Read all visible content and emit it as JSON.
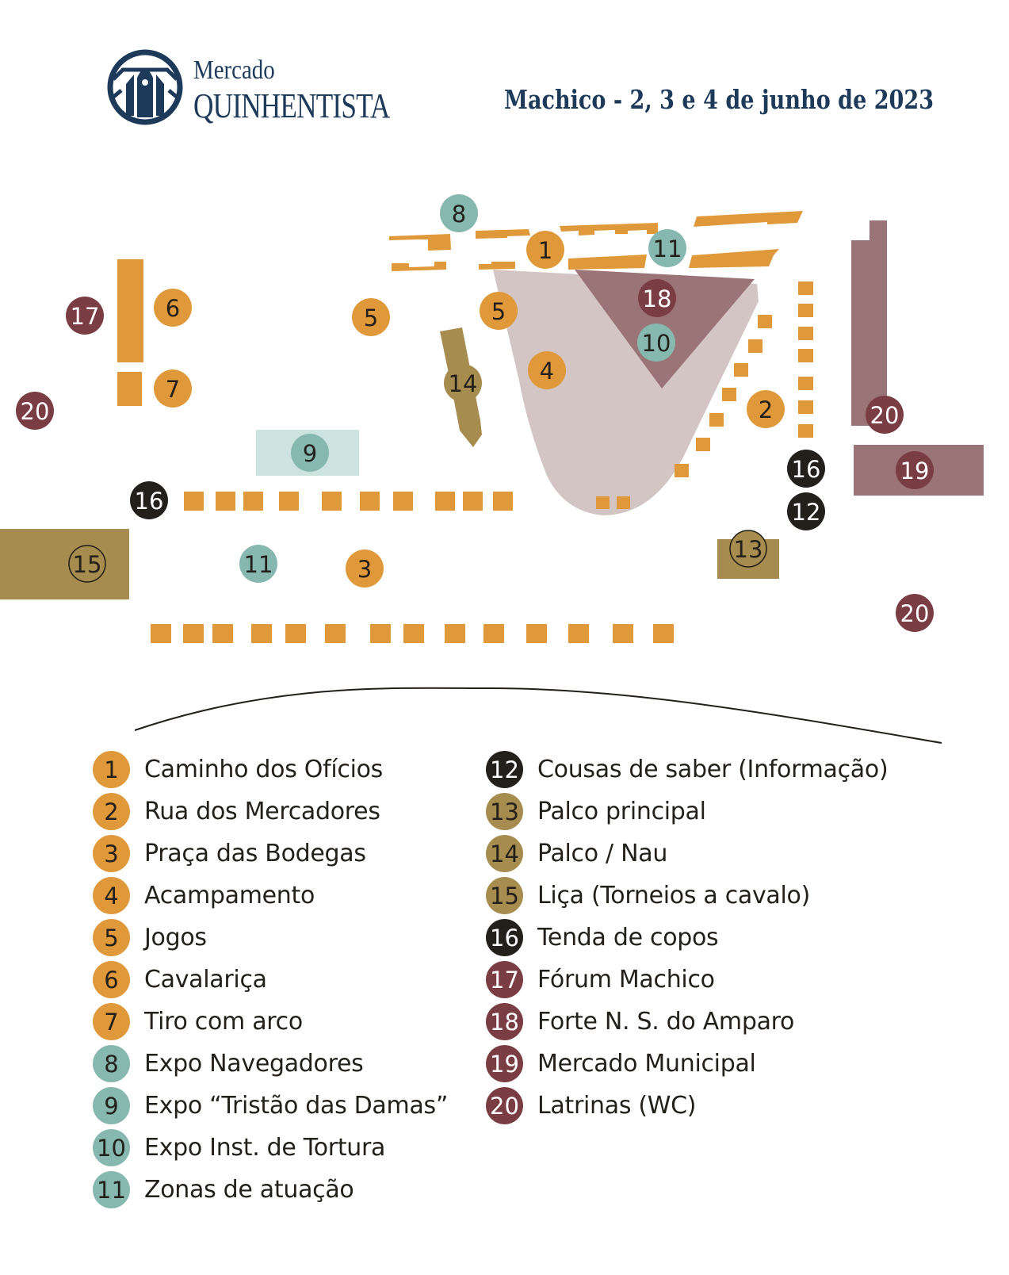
{
  "header": {
    "logo_line1": "Mercado",
    "logo_line2": "QUINHENTISTA",
    "event": "Machico - 2, 3 e 4 de junho de 2023"
  },
  "colors": {
    "orange": "#E0993A",
    "teal": "#87B8B0",
    "dark": "#231F1A",
    "olive": "#A68C4E",
    "maroon": "#7A3D43",
    "rose": "#9A7476",
    "mauve": "#D4C5C5",
    "light_teal": "#CDE3DF",
    "navy": "#1D3A5A"
  },
  "map": {
    "markers": [
      {
        "label": "8",
        "cat": "teal"
      },
      {
        "label": "1",
        "cat": "orange"
      },
      {
        "label": "11",
        "cat": "teal"
      },
      {
        "label": "18",
        "cat": "maroon"
      },
      {
        "label": "10",
        "cat": "teal"
      },
      {
        "label": "17",
        "cat": "maroon"
      },
      {
        "label": "6",
        "cat": "orange"
      },
      {
        "label": "5",
        "cat": "orange"
      },
      {
        "label": "5",
        "cat": "orange"
      },
      {
        "label": "4",
        "cat": "orange"
      },
      {
        "label": "14",
        "cat": "olive"
      },
      {
        "label": "7",
        "cat": "orange"
      },
      {
        "label": "20",
        "cat": "maroon"
      },
      {
        "label": "2",
        "cat": "orange"
      },
      {
        "label": "20",
        "cat": "maroon"
      },
      {
        "label": "9",
        "cat": "teal"
      },
      {
        "label": "16",
        "cat": "dark"
      },
      {
        "label": "16",
        "cat": "dark"
      },
      {
        "label": "12",
        "cat": "dark"
      },
      {
        "label": "13",
        "cat": "olive"
      },
      {
        "label": "15",
        "cat": "olive"
      },
      {
        "label": "11",
        "cat": "teal"
      },
      {
        "label": "3",
        "cat": "orange"
      },
      {
        "label": "20",
        "cat": "maroon"
      },
      {
        "label": "19",
        "cat": "maroon"
      }
    ]
  },
  "legend": {
    "left": [
      {
        "num": "1",
        "label": "Caminho dos Ofícios",
        "cat": "orange"
      },
      {
        "num": "2",
        "label": "Rua dos Mercadores",
        "cat": "orange"
      },
      {
        "num": "3",
        "label": "Praça das Bodegas",
        "cat": "orange"
      },
      {
        "num": "4",
        "label": "Acampamento",
        "cat": "orange"
      },
      {
        "num": "5",
        "label": "Jogos",
        "cat": "orange"
      },
      {
        "num": "6",
        "label": "Cavalariça",
        "cat": "orange"
      },
      {
        "num": "7",
        "label": "Tiro com arco",
        "cat": "orange"
      },
      {
        "num": "8",
        "label": "Expo Navegadores",
        "cat": "teal"
      },
      {
        "num": "9",
        "label": "Expo “Tristão das Damas”",
        "cat": "teal"
      },
      {
        "num": "10",
        "label": "Expo Inst. de Tortura",
        "cat": "teal"
      },
      {
        "num": "11",
        "label": "Zonas de atuação",
        "cat": "teal"
      }
    ],
    "right": [
      {
        "num": "12",
        "label": "Cousas de saber (Informação)",
        "cat": "dark"
      },
      {
        "num": "13",
        "label": "Palco principal",
        "cat": "olive"
      },
      {
        "num": "14",
        "label": "Palco / Nau",
        "cat": "olive"
      },
      {
        "num": "15",
        "label": "Liça (Torneios a cavalo)",
        "cat": "olive"
      },
      {
        "num": "16",
        "label": "Tenda de copos",
        "cat": "dark"
      },
      {
        "num": "17",
        "label": "Fórum Machico",
        "cat": "maroon"
      },
      {
        "num": "18",
        "label": "Forte N. S. do Amparo",
        "cat": "maroon"
      },
      {
        "num": "19",
        "label": "Mercado Municipal",
        "cat": "maroon"
      },
      {
        "num": "20",
        "label": "Latrinas (WC)",
        "cat": "maroon"
      }
    ]
  }
}
